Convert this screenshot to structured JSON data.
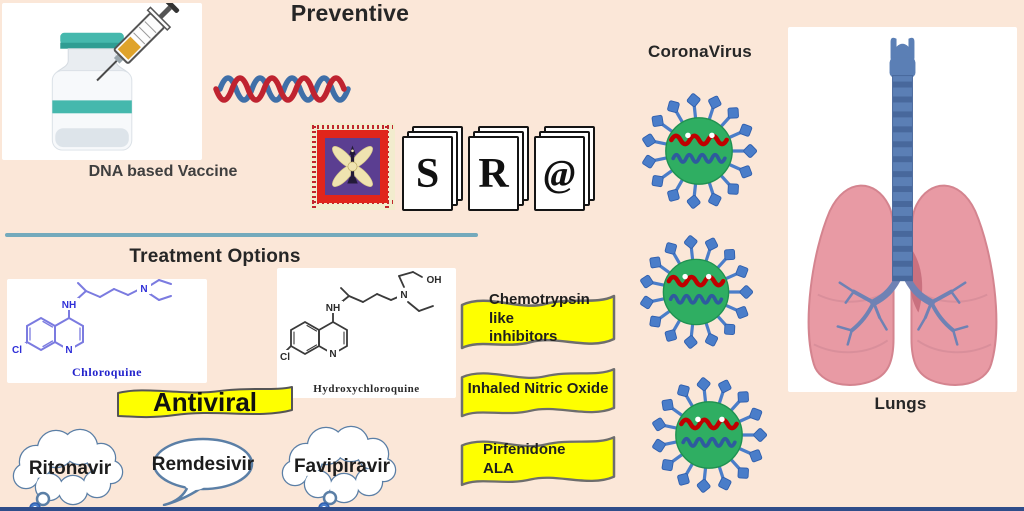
{
  "colors": {
    "background": "#fbe7d8",
    "divider": "#74aabc",
    "banner_yellow": "#feff00",
    "virus_green": "#2fae62",
    "spike_blue": "#4a7dc9",
    "dna_red": "#bf2330",
    "dna_blue": "#3f6fa8",
    "lungs_pink": "#e89aa4",
    "bottom_bar": "#2f4d8a",
    "chloroquine_blue": "#2323cc"
  },
  "preventive": {
    "title": "Preventive",
    "vaccine_label": "DNA based Vaccine",
    "sra_letters": [
      "S",
      "R",
      "@"
    ]
  },
  "corona": {
    "label": "CoronaVirus"
  },
  "lungs": {
    "label": "Lungs"
  },
  "treatment": {
    "title": "Treatment Options",
    "chloroquine_label": "Chloroquine",
    "hydroxychloroquine_label": "Hydroxychloroquine",
    "antiviral_label": "Antiviral",
    "antiviral_drugs": [
      "Ritonavir",
      "Remdesivir",
      "Favipiravir"
    ],
    "banners": [
      {
        "line1": "Chemotrypsin like",
        "line2": "inhibitors"
      },
      {
        "line1": "Inhaled Nitric Oxide",
        "line2": ""
      },
      {
        "line1": "Pirfenidone",
        "line2": "ALA"
      }
    ]
  },
  "chem": {
    "cl": "Cl",
    "nh": "NH",
    "n": "N",
    "oh": "OH"
  }
}
